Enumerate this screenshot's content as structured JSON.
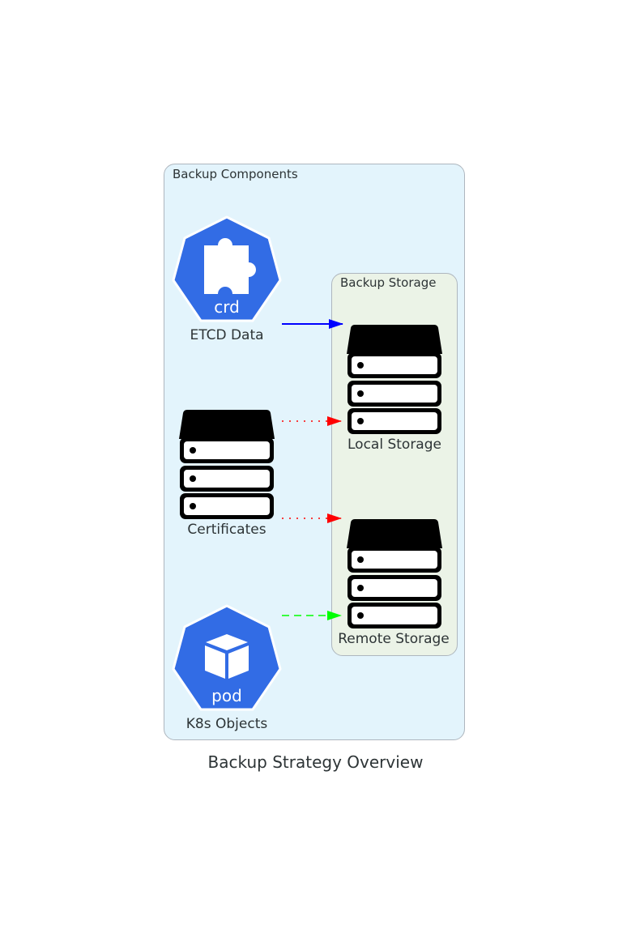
{
  "title": "Backup Strategy Overview",
  "clusters": {
    "outer": {
      "label": "Backup Components",
      "bg": "#e3f4fc"
    },
    "inner": {
      "label": "Backup Storage",
      "bg": "#ebf3e7"
    }
  },
  "nodes": {
    "etcd": {
      "label": "ETCD Data",
      "icon": "crd-icon",
      "icon_text": "crd"
    },
    "certs": {
      "label": "Certificates",
      "icon": "storage-stack-icon"
    },
    "k8s": {
      "label": "K8s Objects",
      "icon": "pod-icon",
      "icon_text": "pod"
    },
    "local": {
      "label": "Local Storage",
      "icon": "storage-stack-icon"
    },
    "remote": {
      "label": "Remote Storage",
      "icon": "storage-stack-icon"
    }
  },
  "edges": [
    {
      "from": "ETCD Data",
      "to": "Local Storage",
      "style": "solid",
      "color": "#0000ff"
    },
    {
      "from": "Certificates",
      "to": "Local Storage",
      "style": "dotted",
      "color": "#ff0000"
    },
    {
      "from": "Certificates",
      "to": "Remote Storage",
      "style": "dotted",
      "color": "#ff0000"
    },
    {
      "from": "K8s Objects",
      "to": "Remote Storage",
      "style": "dashed",
      "color": "#00ff00"
    }
  ],
  "colors": {
    "k8s_blue": "#326ce5",
    "text": "#2d3436"
  }
}
